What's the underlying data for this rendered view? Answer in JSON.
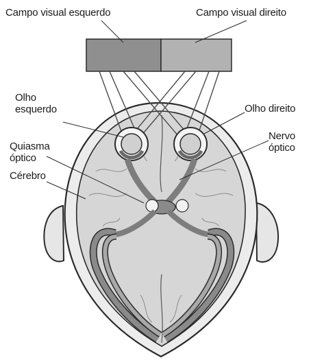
{
  "labels": {
    "left_field": "Campo visual esquerdo",
    "right_field": "Campo visual direito",
    "left_eye_1": "Olho",
    "left_eye_2": "esquerdo",
    "right_eye": "Olho direito",
    "optic_nerve_1": "Nervo",
    "optic_nerve_2": "óptico",
    "chiasm_1": "Quiasma",
    "chiasm_2": "óptico",
    "brain": "Cérebro"
  },
  "colors": {
    "left_field_fill": "#8f8f8f",
    "right_field_fill": "#b2b2b2",
    "pathway": "#7d7d7d",
    "outline": "#2a2a2a",
    "brain_fill": "#d6d6d6",
    "head_fill": "#ececec"
  }
}
